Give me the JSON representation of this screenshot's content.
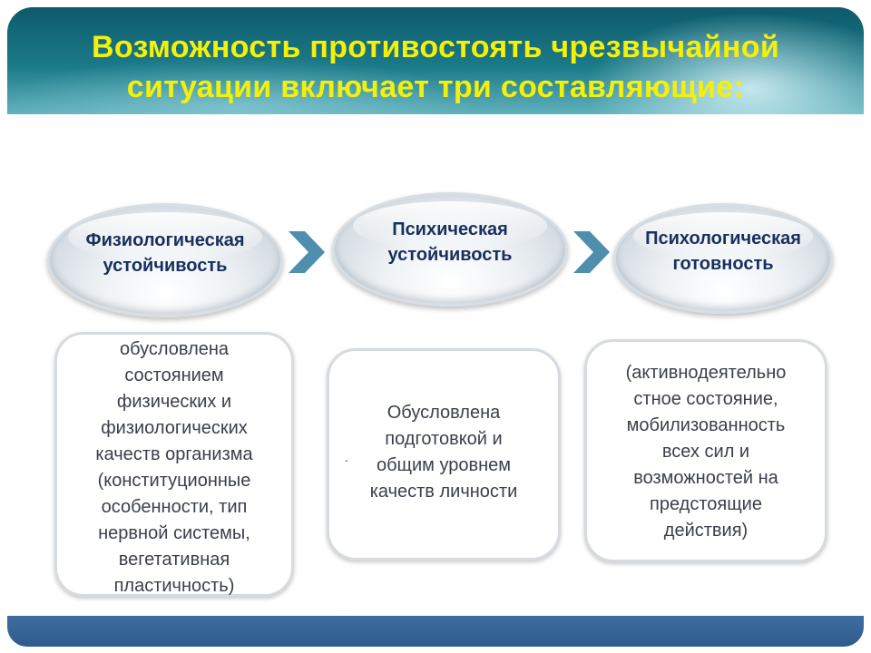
{
  "title": "Возможность противостоять чрезвычайной ситуации включает три составляющие:",
  "title_lines": [
    "Возможность противостоять чрезвычайной",
    "ситуации включает три составляющие:"
  ],
  "colors": {
    "title": "#f3f10a",
    "header_dark": "#0d5a6b",
    "pill_text": "#18305e",
    "chevron": "#4e8fae",
    "footer": "#2f5b8c"
  },
  "components": [
    {
      "label_lines": [
        "Физиологическая",
        "устойчивость"
      ],
      "description_lines": [
        "обусловлена",
        "состоянием",
        "физических и",
        "физиологических",
        "качеств организма",
        "(конституционные",
        "особенности, тип",
        "нервной системы,",
        "вегетативная",
        "пластичность)"
      ]
    },
    {
      "label_lines": [
        "Психическая",
        "устойчивость"
      ],
      "description_lines": [
        "Обусловлена",
        "подготовкой и",
        "общим уровнем",
        "качеств личности"
      ]
    },
    {
      "label_lines": [
        "Психологическая",
        "готовность"
      ],
      "description_lines": [
        "(активнодеятельно",
        "стное состояние,",
        "мобилизованность",
        "всех сил и",
        "возможностей на",
        "предстоящие",
        "действия)"
      ]
    }
  ],
  "stray_mark": "."
}
